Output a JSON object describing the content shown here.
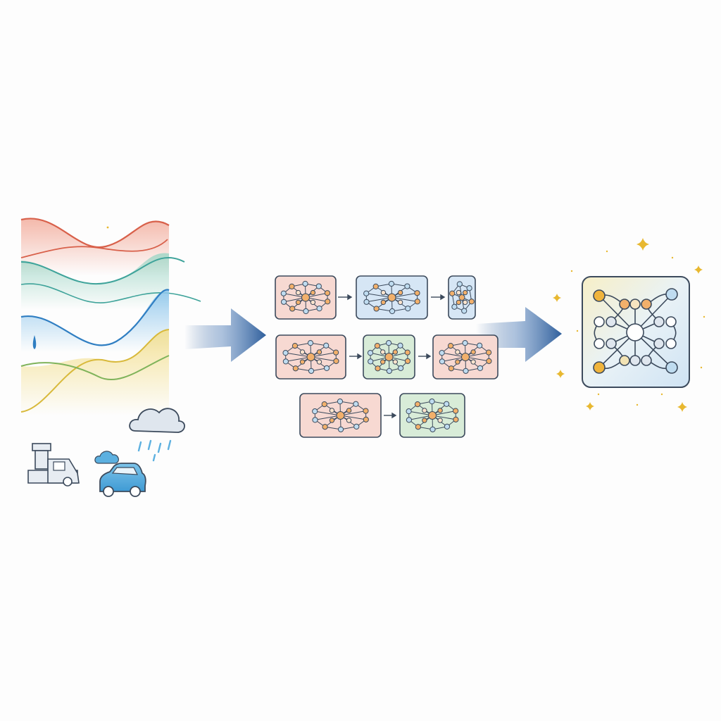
{
  "colors": {
    "background": "#fdfdfd",
    "outline": "#3c4a5c",
    "arrow_blue": "#2f5f9c",
    "wave_red": "#d8604a",
    "wave_teal": "#3ea39a",
    "wave_blue": "#2f7ec2",
    "wave_yellow": "#d8b93a",
    "wave_green": "#7fb35a",
    "panel_red": "#f7d9d2",
    "panel_blue": "#d6e6f5",
    "panel_green": "#d8ecd8",
    "node_orange": "#f2b06b",
    "node_blue": "#bfdcf0",
    "node_yellow": "#f0b43c",
    "sparkle": "#e8b830",
    "car_blue": "#5cb0e0",
    "cloud_gray": "#dfe6ee"
  },
  "icons": {
    "input_waves": "signal-waves-icon",
    "cloud": "rain-cloud-icon",
    "factory": "factory-icon",
    "truck": "truck-icon",
    "small_cloud": "cloud-icon",
    "car": "car-icon",
    "arrow": "flow-arrow-icon",
    "graph": "graph-network-icon",
    "sparkle": "sparkle-icon"
  },
  "graph_panels": [
    {
      "row": 1,
      "tint": "red"
    },
    {
      "row": 1,
      "tint": "blue"
    },
    {
      "row": 1,
      "tint": "blue"
    },
    {
      "row": 2,
      "tint": "red"
    },
    {
      "row": 2,
      "tint": "green"
    },
    {
      "row": 2,
      "tint": "red"
    },
    {
      "row": 3,
      "tint": "red"
    },
    {
      "row": 3,
      "tint": "green"
    }
  ]
}
